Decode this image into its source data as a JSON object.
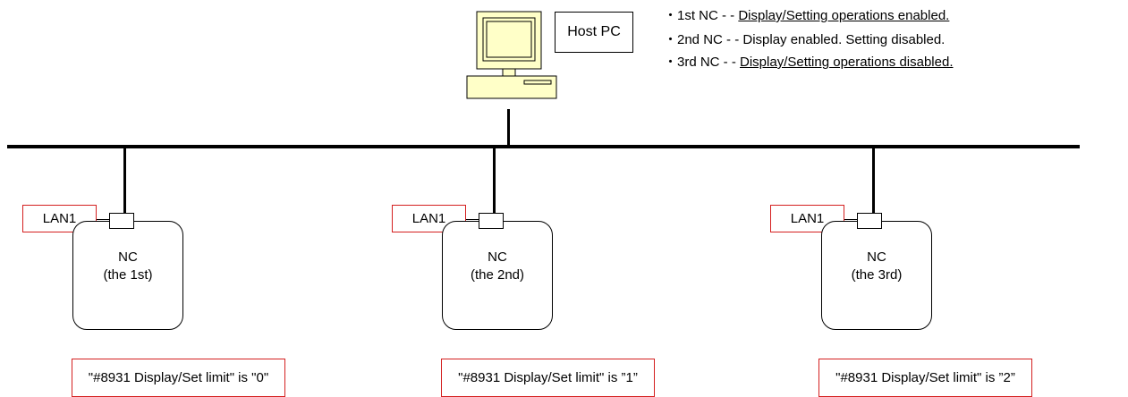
{
  "host_pc": {
    "label": "Host PC"
  },
  "notes": [
    {
      "prefix": "・1st NC - - ",
      "text": "Display/Setting operations enabled.",
      "underline": true
    },
    {
      "prefix": "・2nd NC - - ",
      "text": "Display enabled. Setting disabled.",
      "underline": false
    },
    {
      "prefix": "・3rd NC - - ",
      "text": "Display/Setting operations disabled.",
      "underline": true
    }
  ],
  "nodes": [
    {
      "port_label": "LAN1",
      "nc_line1": "NC",
      "nc_line2": "(the 1st)",
      "limit_text": "\"#8931 Display/Set limit\" is \"0\""
    },
    {
      "port_label": "LAN1",
      "nc_line1": "NC",
      "nc_line2": "(the 2nd)",
      "limit_text": "\"#8931 Display/Set limit\" is ”1”"
    },
    {
      "port_label": "LAN1",
      "nc_line1": "NC",
      "nc_line2": "(the 3rd)",
      "limit_text": "\"#8931 Display/Set limit\" is ”2”"
    }
  ],
  "colors": {
    "line": "#000000",
    "label_border": "#d42020",
    "pc_fill": "#ffffc8"
  }
}
